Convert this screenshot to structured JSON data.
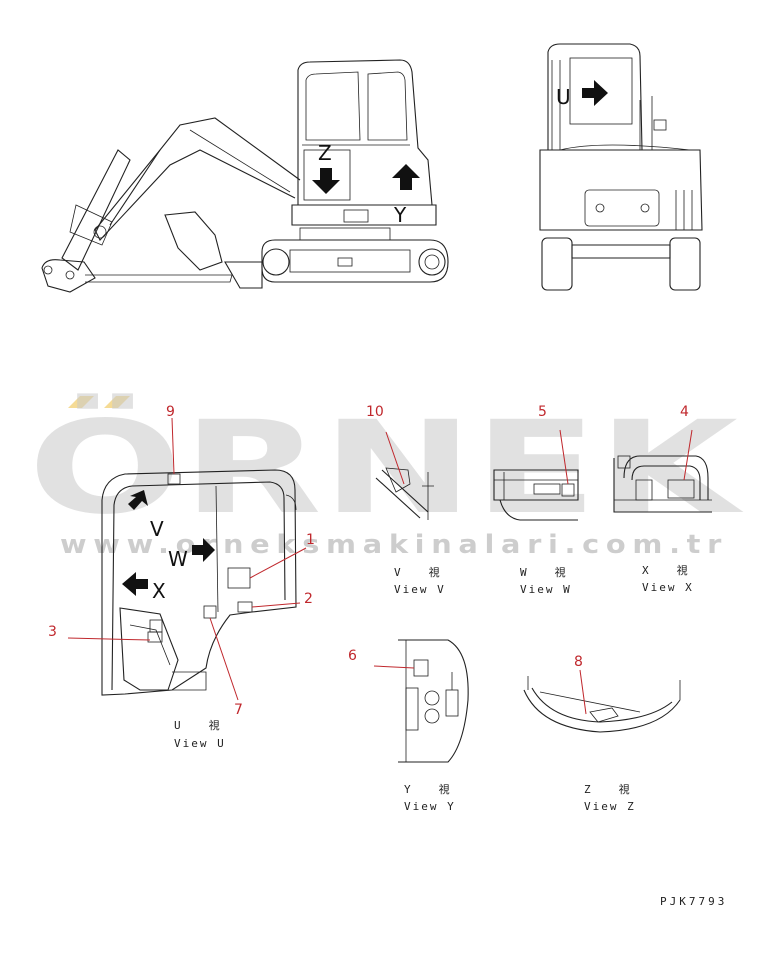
{
  "watermark": {
    "brand": "ÖRNEK",
    "url": "www.orneksmakinalari.com.tr"
  },
  "view_letters": {
    "u": "U",
    "v": "V",
    "w": "W",
    "x": "X",
    "y": "Y",
    "z": "Z"
  },
  "callouts": [
    "1",
    "2",
    "3",
    "4",
    "5",
    "6",
    "7",
    "8",
    "9",
    "10"
  ],
  "captions": {
    "u": {
      "jp": "U　　視",
      "en": "View U"
    },
    "v": {
      "jp": "V　　視",
      "en": "View V"
    },
    "w": {
      "jp": "W　　視",
      "en": "View W"
    },
    "x": {
      "jp": "X　　視",
      "en": "View X"
    },
    "y": {
      "jp": "Y　　視",
      "en": "View Y"
    },
    "z": {
      "jp": "Z　　視",
      "en": "View Z"
    }
  },
  "drawing_code": "PJK7793",
  "colors": {
    "line": "#222222",
    "callout": "#c0282d",
    "watermark": "#c9c9c9",
    "accent": "#f3d27a"
  },
  "icons": [
    "arrow-right-icon",
    "arrow-left-icon",
    "arrow-up-icon",
    "arrow-down-icon",
    "arrow-diagonal-icon"
  ]
}
